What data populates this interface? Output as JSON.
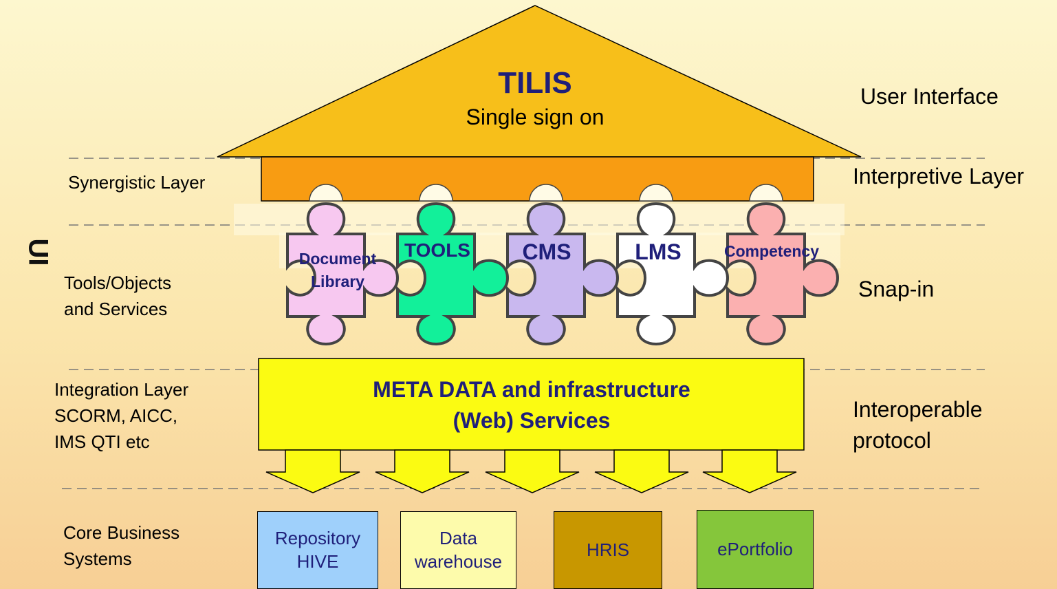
{
  "roof": {
    "title": "TILIS",
    "subtitle": "Single sign on"
  },
  "left_labels": {
    "synergistic": "Synergistic Layer",
    "tools_line1": "Tools/Objects",
    "tools_line2": "and Services",
    "integration_line1": "Integration Layer",
    "integration_line2": "SCORM, AICC,",
    "integration_line3": "IMS QTI etc",
    "core_line1": "Core Business",
    "core_line2": "Systems"
  },
  "right_labels": {
    "user_interface": "User Interface",
    "interpretive": "Interpretive Layer",
    "snap_in": "Snap-in",
    "interoperable_line1": "Interoperable",
    "interoperable_line2": "protocol"
  },
  "side_text": "UI",
  "pieces": [
    {
      "line1": "Document",
      "line2": "Library",
      "color": "#f7c8f0"
    },
    {
      "line1": "TOOLS",
      "line2": "",
      "color": "#12f09a"
    },
    {
      "line1": "CMS",
      "line2": "",
      "color": "#c9b8ef"
    },
    {
      "line1": "LMS",
      "line2": "",
      "color": "#ffffff"
    },
    {
      "line1": "Competency",
      "line2": "",
      "color": "#fbb0b0"
    }
  ],
  "meta": {
    "line1": "META DATA and infrastructure",
    "line2": "(Web) Services"
  },
  "core_systems": [
    {
      "line1": "Repository",
      "line2": "HIVE",
      "color": "#9fd0fb"
    },
    {
      "line1": "Data",
      "line2": "warehouse",
      "color": "#fdfbab"
    },
    {
      "line1": "HRIS",
      "line2": "",
      "color": "#c89700"
    },
    {
      "line1": "ePortfolio",
      "line2": "",
      "color": "#85c63b"
    }
  ],
  "colors": {
    "roof": "#f7bf1a",
    "interpretive_bar": "#f89c12",
    "meta_box": "#fbfb12",
    "arrow": "#fbfb12",
    "text_navy": "#1f1f7a"
  }
}
